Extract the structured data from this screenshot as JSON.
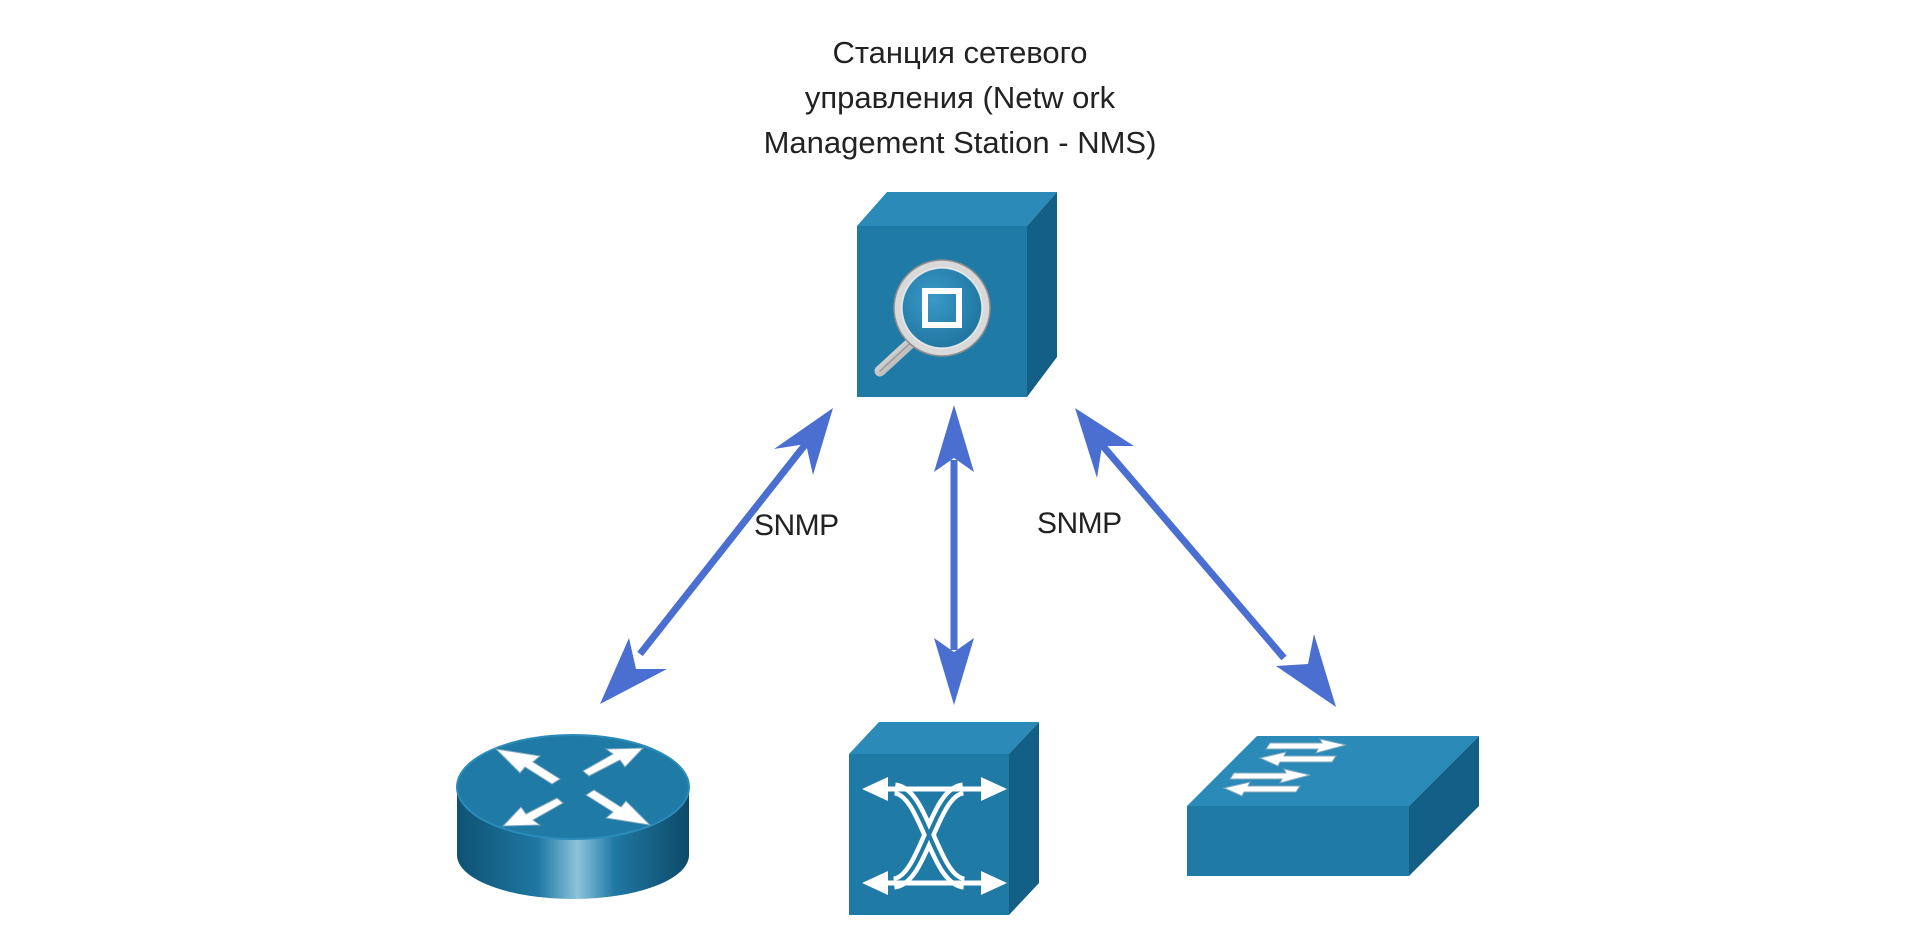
{
  "nms": {
    "title_lines": [
      "Станция сетевого",
      "управления (Netw ork",
      "Management Station - NMS)"
    ],
    "icon": "magnifier-square-icon"
  },
  "links": {
    "left_label": "SNMP",
    "right_label": "SNMP"
  },
  "devices": {
    "router_icon": "router-icon",
    "atm_switch_icon": "atm-switch-icon",
    "lan_switch_icon": "lan-switch-icon"
  },
  "colors": {
    "device_front": "#1f7aa6",
    "device_top": "#2f8fbd",
    "device_side": "#135f85",
    "arrow": "#4a6fd0"
  }
}
